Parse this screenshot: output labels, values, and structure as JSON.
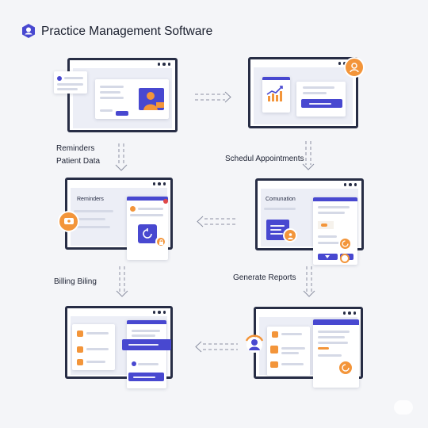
{
  "header": {
    "title": "Practice Management Software",
    "logo_icon": "user-shield-icon"
  },
  "labels": {
    "step1_line1": "Reminders",
    "step1_line2": "Patient Data",
    "step2": "Schedul Appointments",
    "step3": "Billing Biling",
    "step4": "Generate Reports"
  },
  "screens": {
    "reminders_title": "Reminders",
    "comunation_title": "Comunation"
  },
  "colors": {
    "accent_blue": "#4848d0",
    "accent_orange": "#f3953a",
    "frame": "#272d45",
    "background": "#f4f5f8"
  }
}
